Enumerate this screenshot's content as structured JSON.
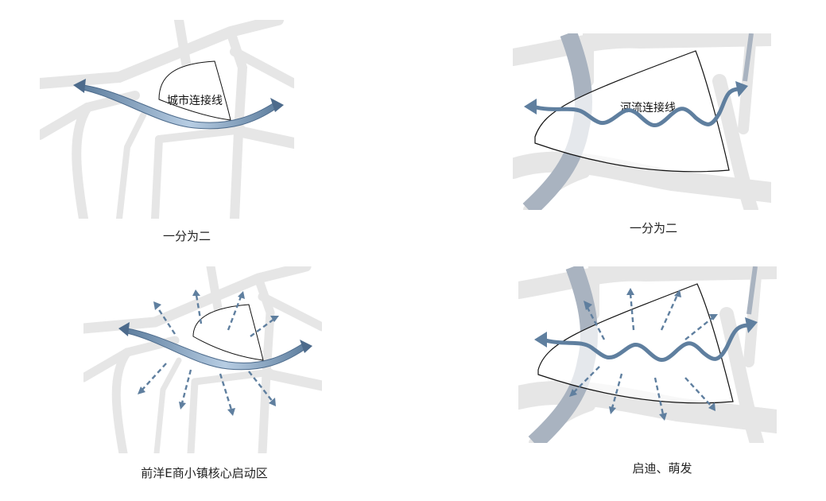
{
  "panels": [
    {
      "id": "top-left",
      "inner_label": "城市连接线",
      "caption": "一分为二"
    },
    {
      "id": "top-right",
      "inner_label": "河流连接线",
      "caption": "一分为二"
    },
    {
      "id": "bottom-left",
      "inner_label": "",
      "caption": "前洋E商小镇核心启动区"
    },
    {
      "id": "bottom-right",
      "inner_label": "",
      "caption": "启迪、萌发"
    }
  ],
  "colors": {
    "road": "#e6e6e6",
    "river": "#a9b3c0",
    "arrow": "#5f7f9f",
    "arrow_fill_light": "#b7cde3",
    "outline": "#111111"
  }
}
